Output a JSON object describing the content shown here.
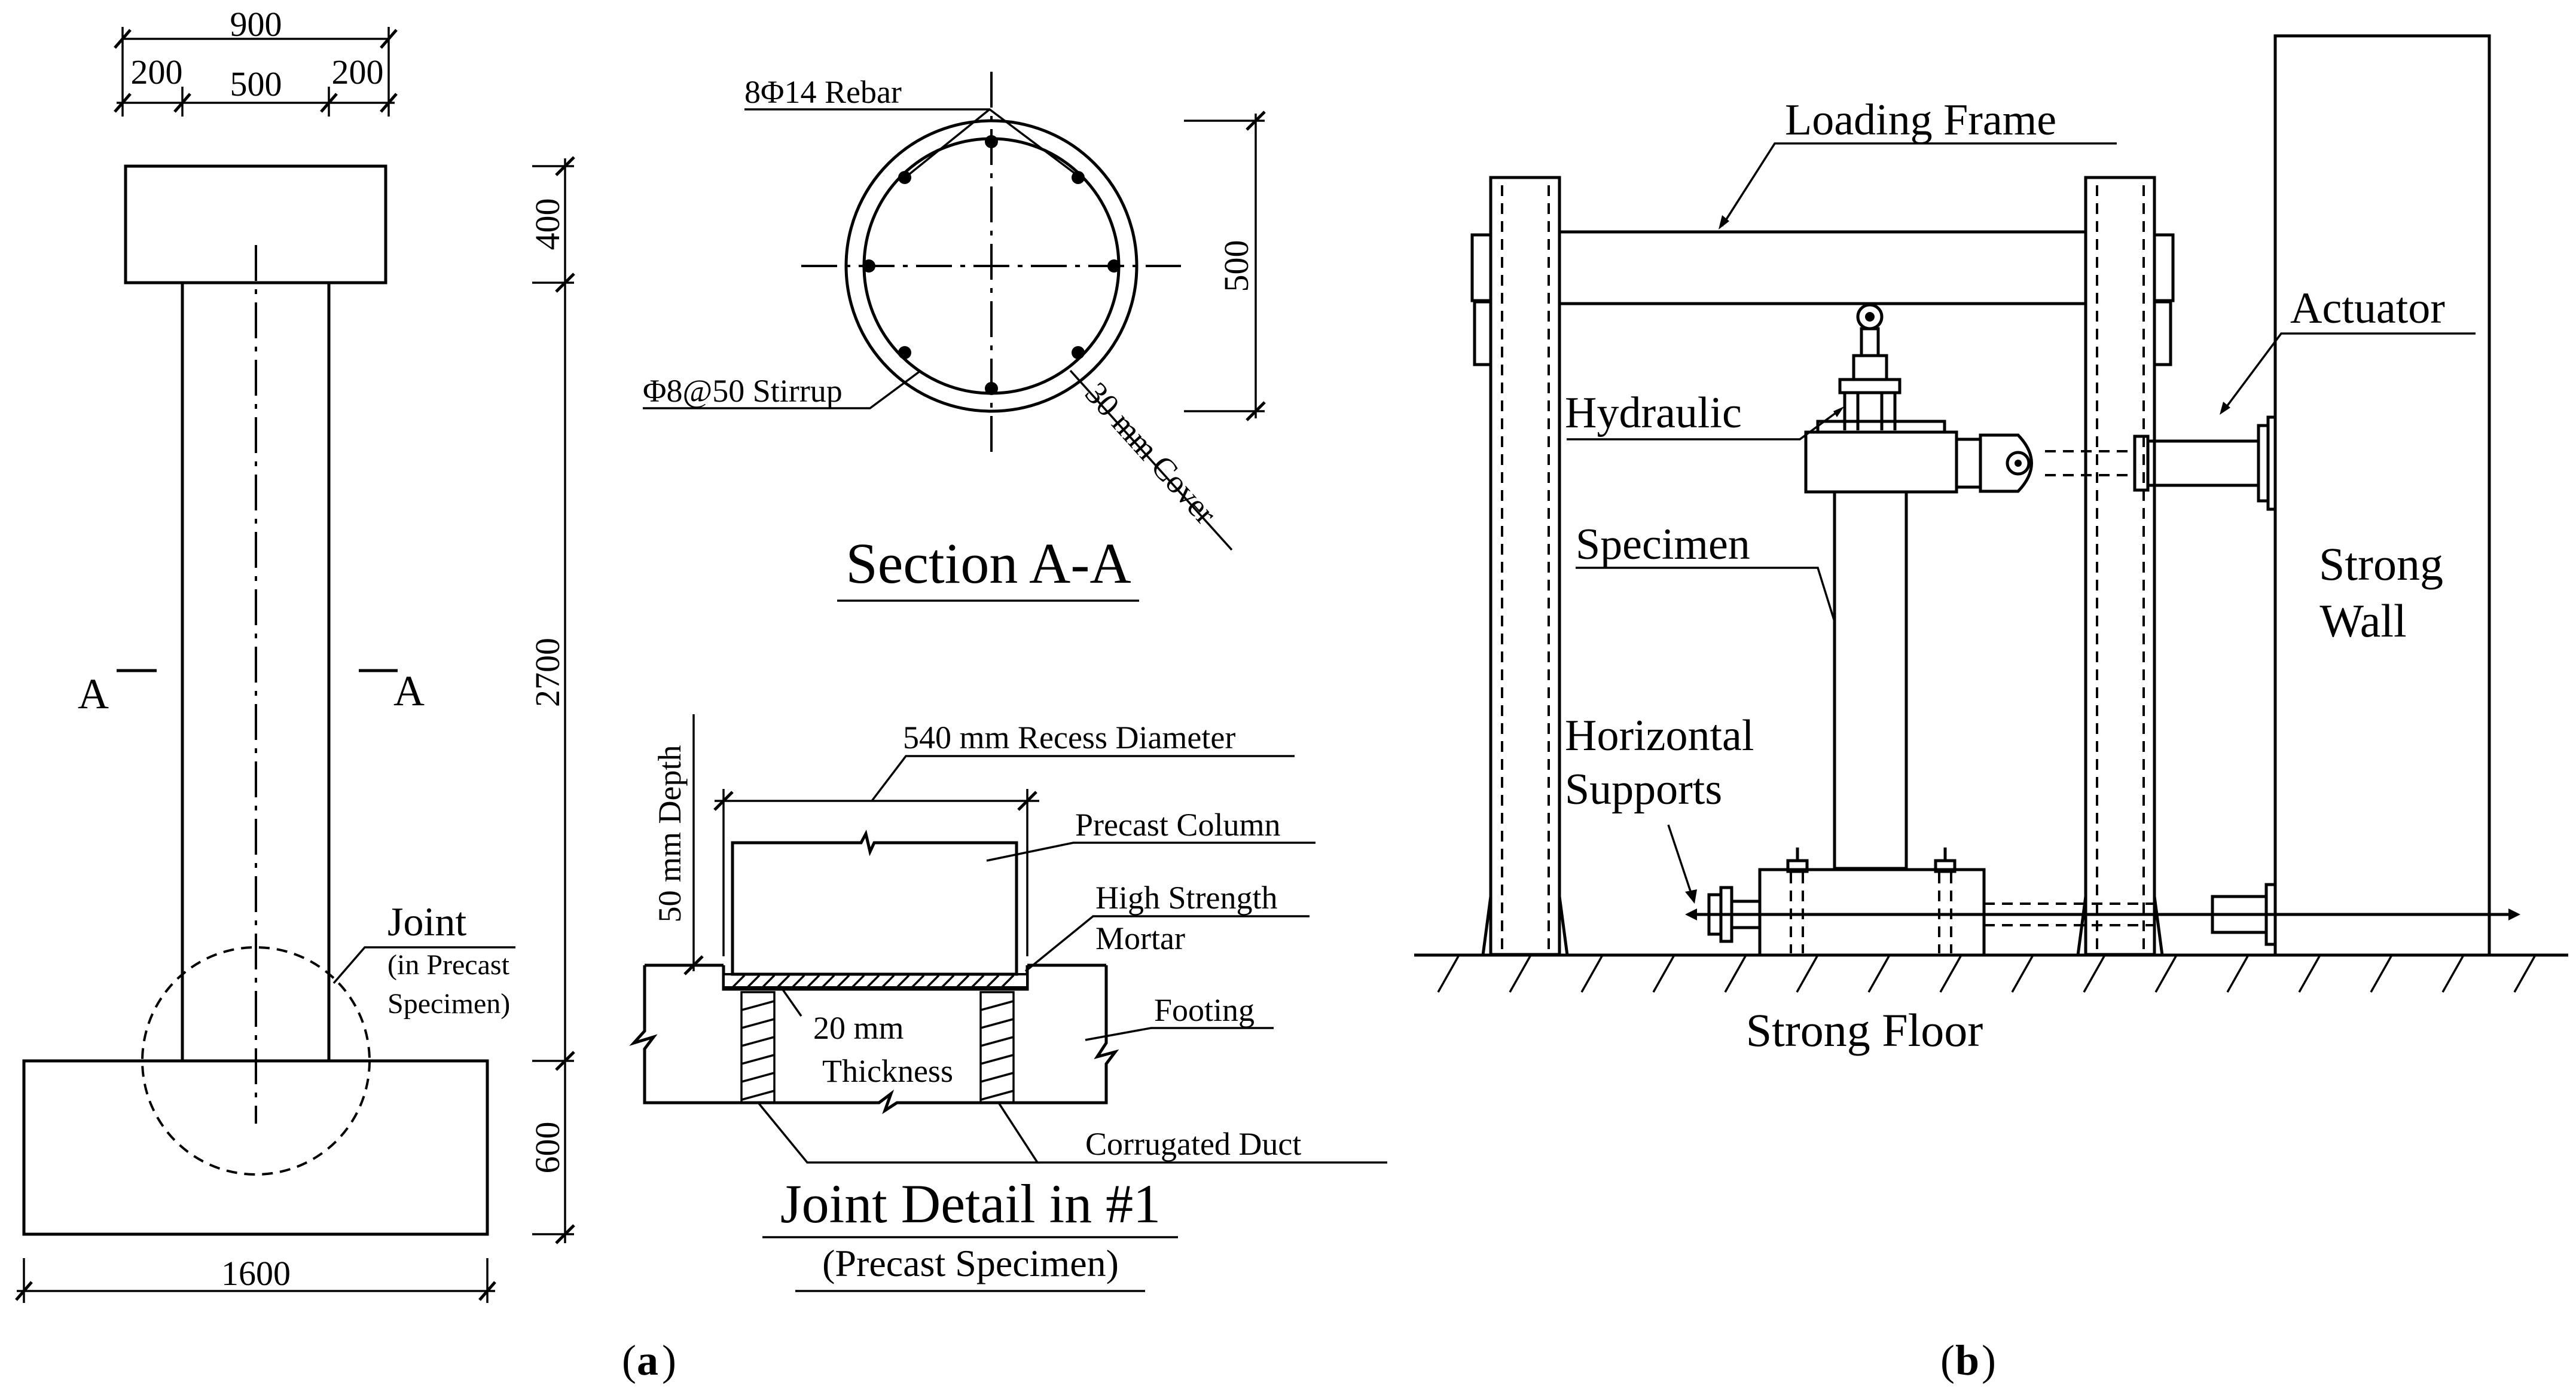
{
  "panel_a": {
    "dimensions": {
      "top_total": "900",
      "top_left": "200",
      "top_mid": "500",
      "top_right": "200",
      "cap_height": "400",
      "column_height": "2700",
      "footing_height": "600",
      "footing_width": "1600",
      "section_height": "500"
    },
    "section_mark_left": "A",
    "section_mark_right": "A",
    "joint_label": "Joint",
    "joint_note_1": "(in Precast",
    "joint_note_2": "Specimen)",
    "section": {
      "rebar": "8Φ14 Rebar",
      "stirrup": "Φ8@50 Stirrup",
      "cover": "30 mm Cover",
      "title": "Section A-A"
    },
    "joint_detail": {
      "depth": "50 mm Depth",
      "recess": "540 mm Recess Diameter",
      "precast_column": "Precast Column",
      "mortar_1": "High Strength",
      "mortar_2": "Mortar",
      "footing": "Footing",
      "thickness_1": "20 mm",
      "thickness_2": "Thickness",
      "duct": "Corrugated Duct",
      "title": "Joint Detail in #1",
      "subtitle": "(Precast Specimen)"
    },
    "caption": "a"
  },
  "panel_b": {
    "loading_frame": "Loading Frame",
    "actuator": "Actuator",
    "hydraulic": "Hydraulic",
    "specimen": "Specimen",
    "strong_wall_1": "Strong",
    "strong_wall_2": "Wall",
    "horizontal_1": "Horizontal",
    "horizontal_2": "Supports",
    "strong_floor": "Strong Floor",
    "caption": "b"
  }
}
